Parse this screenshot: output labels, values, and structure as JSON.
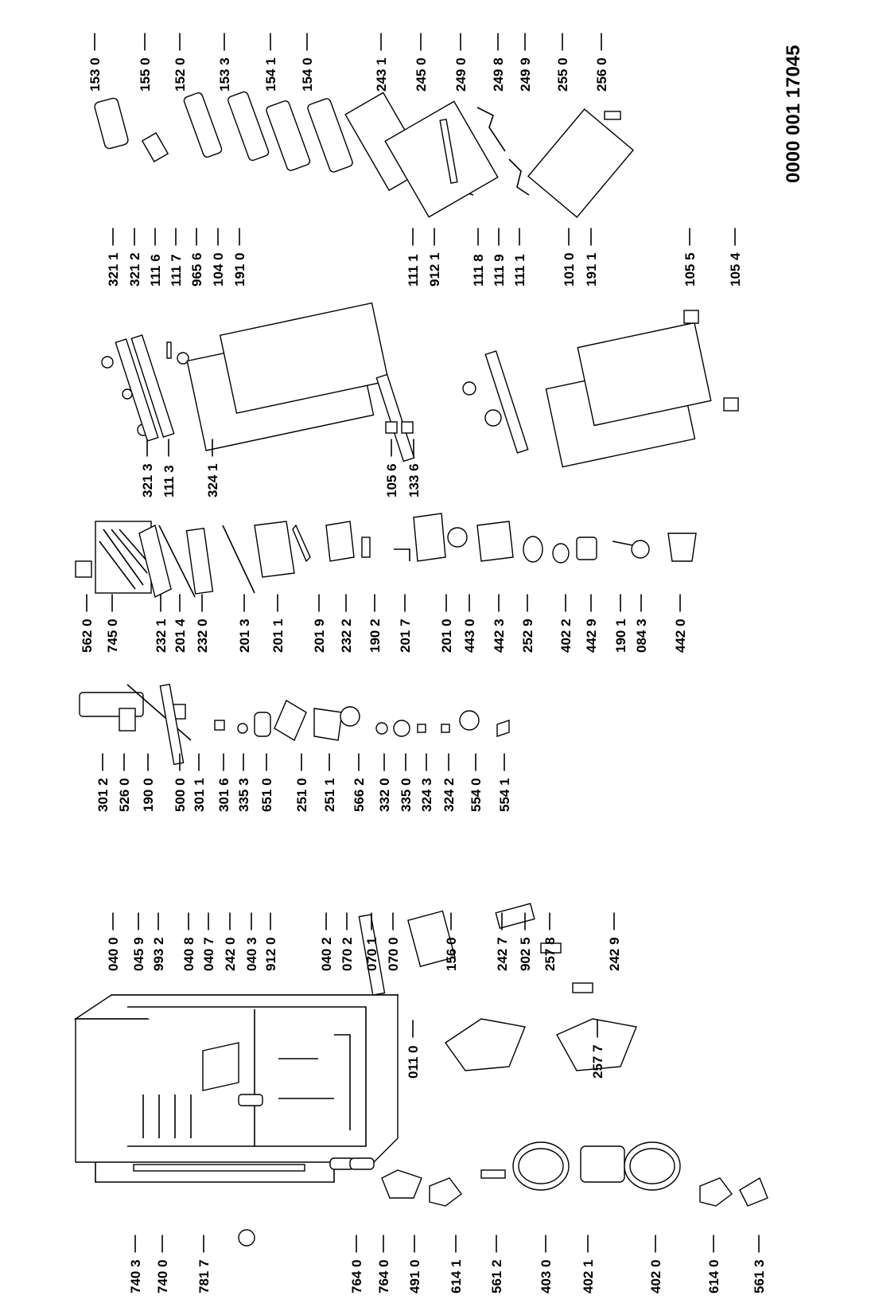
{
  "document_id": "0000 001 17045",
  "labels": [
    "740 3",
    "740 0",
    "781 7",
    "764 0",
    "764 0",
    "491 0",
    "614 1",
    "561 2",
    "403 0",
    "402 1",
    "402 0",
    "614 0",
    "561 3",
    "011 0",
    "257 7",
    "040 0",
    "045 9",
    "993 2",
    "040 8",
    "040 7",
    "242 0",
    "040 3",
    "912 0",
    "040 2",
    "070 2",
    "070 1",
    "070 0",
    "156 0",
    "242 7",
    "902 5",
    "257 8",
    "242 9",
    "301 2",
    "526 0",
    "190 0",
    "500 0",
    "301 1",
    "301 6",
    "335 3",
    "651 0",
    "251 0",
    "251 1",
    "566 2",
    "332 0",
    "335 0",
    "324 3",
    "324 2",
    "554 0",
    "554 1",
    "562 0",
    "745 0",
    "232 1",
    "201 4",
    "232 0",
    "201 3",
    "201 1",
    "201 9",
    "232 2",
    "190 2",
    "201 7",
    "201 0",
    "443 0",
    "442 3",
    "252 9",
    "402 2",
    "442 9",
    "190 1",
    "084 3",
    "442 0",
    "321 3",
    "111 3",
    "324 1",
    "105 6",
    "133 6",
    "321 1",
    "321 2",
    "111 6",
    "111 7",
    "965 6",
    "104 0",
    "191 0",
    "111 1",
    "912 1",
    "111 8",
    "111 9",
    "111 1",
    "101 0",
    "191 1",
    "105 5",
    "105 4",
    "153 0",
    "155 0",
    "152 0",
    "153 3",
    "154 1",
    "154 0",
    "243 1",
    "245 0",
    "249 0",
    "249 8",
    "249 9",
    "255 0",
    "256 0"
  ]
}
